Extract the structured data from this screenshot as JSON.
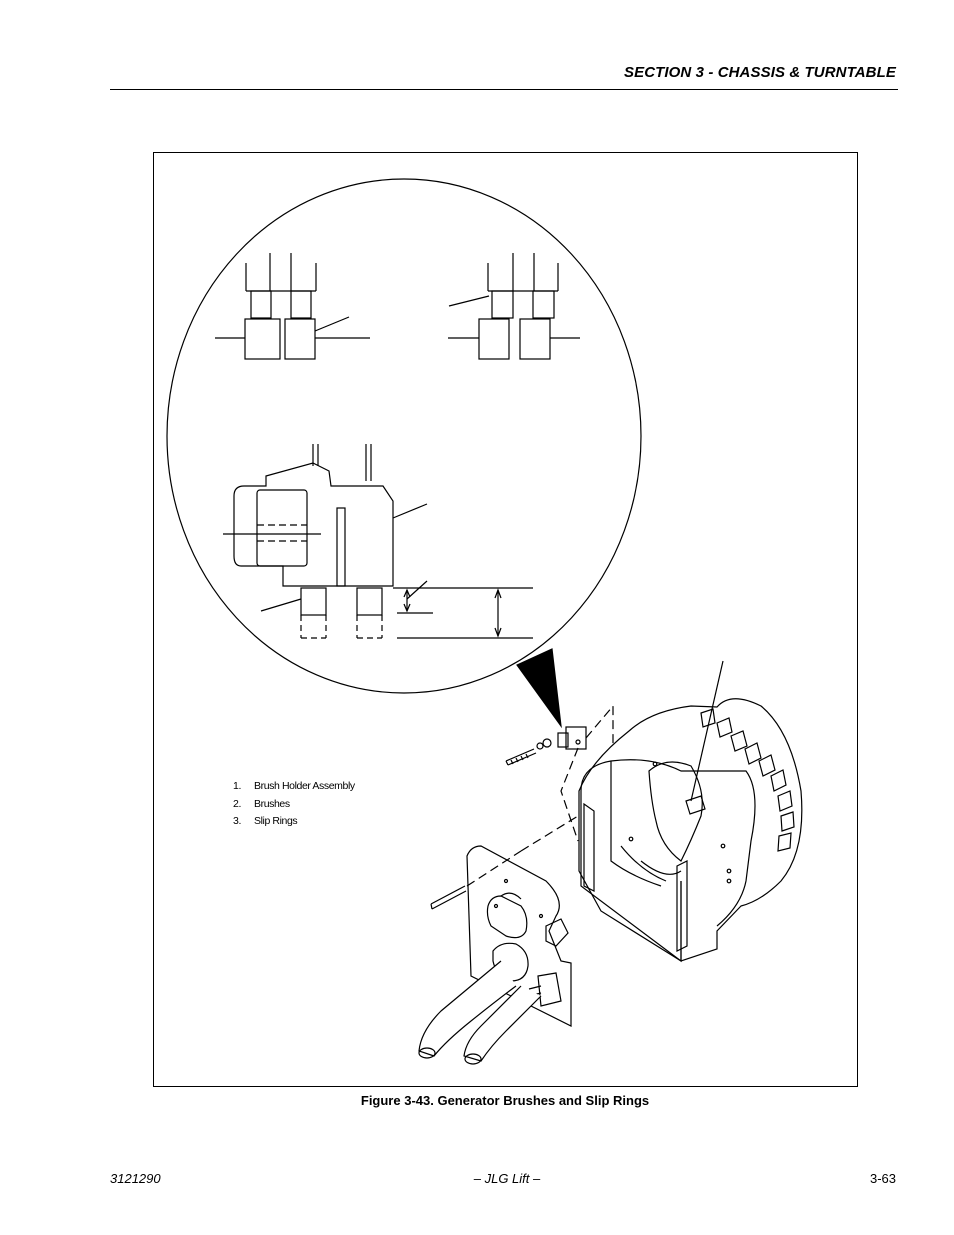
{
  "header": {
    "section_title": "SECTION 3 - CHASSIS & TURNTABLE"
  },
  "figure": {
    "caption": "Figure 3-43.  Generator Brushes and Slip Rings",
    "legend": [
      {
        "number": "1.",
        "label": "Brush Holder Assembly"
      },
      {
        "number": "2.",
        "label": "Brushes"
      },
      {
        "number": "3.",
        "label": "Slip Rings"
      }
    ]
  },
  "footer": {
    "doc_number": "3121290",
    "center_text": "– JLG Lift –",
    "page_number": "3-63"
  }
}
